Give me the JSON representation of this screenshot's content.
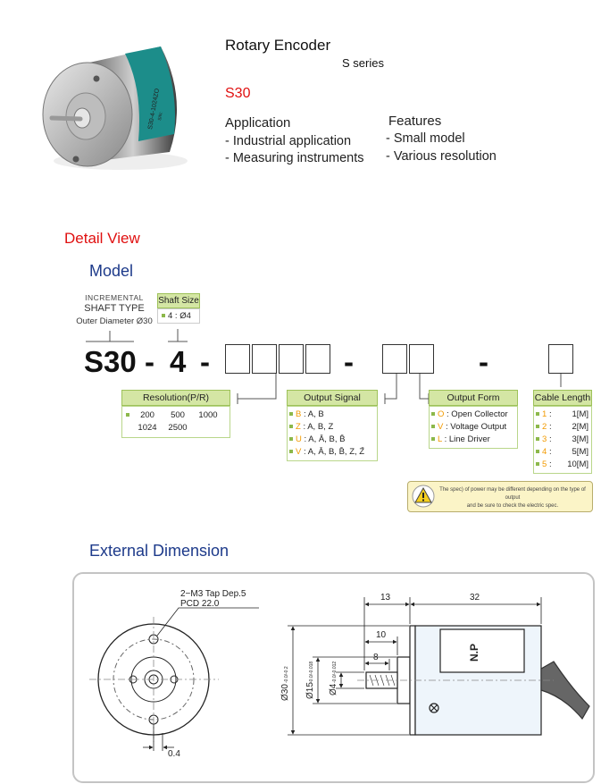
{
  "header": {
    "title": "Rotary Encoder",
    "subtitle": "S series",
    "model": "S30",
    "application_title": "Application",
    "application_items": [
      "- Industrial application",
      "- Measuring instruments"
    ],
    "features_title": "Features",
    "features_items": [
      "- Small model",
      "- Various resolution"
    ]
  },
  "product_image": {
    "label_text": "S30-4-1024ZO",
    "label_sub": "S/N:"
  },
  "sections": {
    "detail_view": "Detail View",
    "model": "Model",
    "external_dimension": "External Dimension"
  },
  "model_code": {
    "incremental": "INCREMENTAL",
    "shaft_type": "SHAFT TYPE",
    "outer_diameter": "Outer Diameter Ø30",
    "shaft_size_title": "Shaft Size",
    "shaft_size_value": "4 : Ø4",
    "prefix": "S30",
    "dash": "-",
    "shaft": "4"
  },
  "resolution": {
    "title": "Resolution(P/R)",
    "rows": [
      [
        "200",
        "500",
        "1000"
      ],
      [
        "1024",
        "2500",
        ""
      ]
    ]
  },
  "output_signal": {
    "title": "Output Signal",
    "items": [
      {
        "key": "B",
        "desc": ": A, B"
      },
      {
        "key": "Z",
        "desc": ": A, B, Z"
      },
      {
        "key": "U",
        "desc": ": A, Ā, B, B̄"
      },
      {
        "key": "V",
        "desc": ": A, Ā, B, B̄, Z, Z̄"
      }
    ]
  },
  "output_form": {
    "title": "Output Form",
    "items": [
      {
        "key": "O",
        "desc": ": Open Collector"
      },
      {
        "key": "V",
        "desc": ": Voltage Output"
      },
      {
        "key": "L",
        "desc": ": Line Driver"
      }
    ]
  },
  "cable_length": {
    "title": "Cable Length",
    "items": [
      {
        "key": "1",
        "desc": ":",
        "val": "1[M]"
      },
      {
        "key": "2",
        "desc": ":",
        "val": "2[M]"
      },
      {
        "key": "3",
        "desc": ":",
        "val": "3[M]"
      },
      {
        "key": "4",
        "desc": ":",
        "val": "5[M]"
      },
      {
        "key": "5",
        "desc": ":",
        "val": "10[M]"
      }
    ]
  },
  "warning": {
    "icon": "warning-triangle-icon",
    "line1": "The spec) of power may be different depending on the type of output",
    "line2": "and be sure to check the electric spec."
  },
  "dimension": {
    "tap_note": "2−M3 Tap Dep.5",
    "pcd_note": "PCD 22.0",
    "offset": "0.4",
    "d13": "13",
    "d32": "32",
    "d10": "10",
    "d8": "8",
    "dia30": "Ø30",
    "dia30_tol": "-0.0/-0.2",
    "dia15": "Ø15",
    "dia15_tol": "-0.0/-0.018",
    "dia4": "Ø4",
    "dia4_tol": "-0.0/-0.012",
    "np": "N.P"
  }
}
